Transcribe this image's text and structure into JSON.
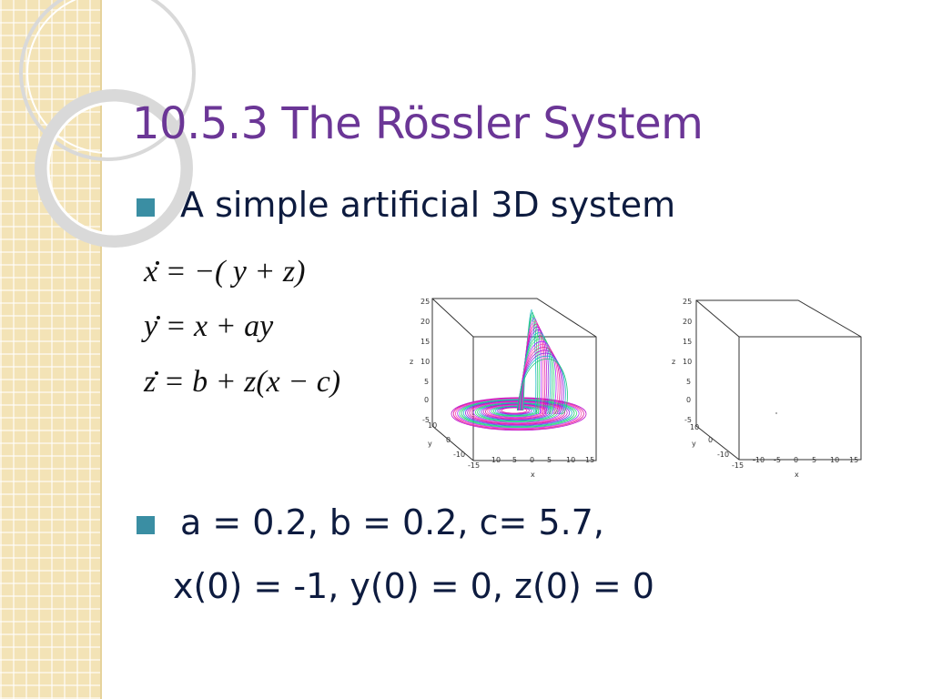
{
  "slide": {
    "title": "10.5.3 The Rössler System",
    "bullet1": "A simple artificial 3D system",
    "equations": [
      "x = −( y + z)",
      "y = x + ay",
      "z = b + z(x − c)"
    ],
    "bullet2": "a = 0.2, b = 0.2, c= 5.7,",
    "bullet2_line2": "x(0) = -1, y(0) = 0, z(0) = 0"
  },
  "plots": {
    "z_ticks": [
      "25",
      "20",
      "15",
      "10",
      "5",
      "0",
      "-5"
    ],
    "y_ticks": [
      "10",
      "0",
      "-10"
    ],
    "x_ticks": [
      "-15",
      "-10",
      "-5",
      "0",
      "5",
      "10",
      "15"
    ],
    "z_label": "z",
    "y_label": "y",
    "x_label": "x"
  },
  "colors": {
    "title": "#6b3696",
    "bullet": "#3a8ea3",
    "text": "#0d1b3f"
  }
}
